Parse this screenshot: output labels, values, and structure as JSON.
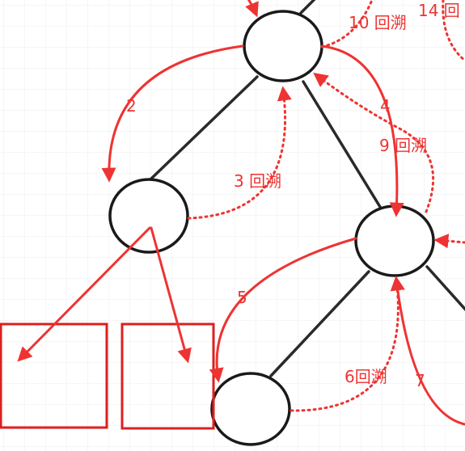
{
  "labels": {
    "step2": "2",
    "step3": "3 回溯",
    "step4": "4",
    "step5": "5",
    "step6": "6回溯",
    "step7": "7",
    "step9": "9 回溯",
    "step10": "10 回溯",
    "step14": "14 回"
  },
  "colors": {
    "arrow": "#ee3333",
    "edge": "#2a2a2a",
    "grid": "#e9e9e9",
    "box": "#dd1f1f"
  }
}
